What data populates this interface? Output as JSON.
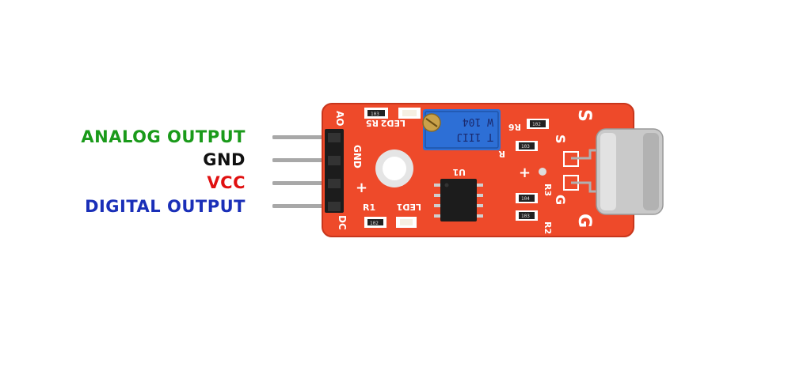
{
  "pin_labels": [
    {
      "text": "ANALOG OUTPUT",
      "color": "#1a9a1a"
    },
    {
      "text": "GND",
      "color": "#111111"
    },
    {
      "text": "VCC",
      "color": "#e01010"
    },
    {
      "text": "DIGITAL OUTPUT",
      "color": "#1a2fb8"
    }
  ],
  "colors": {
    "pcb": "#ee4a2a",
    "pcb_dark": "#c8361c",
    "pin_metal": "#a8a8a8",
    "header": "#1c1c1c",
    "pot": "#2d6fd6",
    "mic": "#c9c9c9"
  },
  "silkscreen": {
    "ao": "AO",
    "dc": "DC",
    "gnd": "GND",
    "plus_left": "+",
    "plus_right": "+",
    "r5": "R5",
    "led2": "LED2",
    "u1": "U1",
    "led1": "LED1",
    "r1": "R1",
    "r6": "R6",
    "r": "R",
    "r3": "R3",
    "r2": "R2",
    "s_big": "S",
    "s_small": "S",
    "g_big": "G",
    "g_small": "G"
  },
  "potentiometer": {
    "line1": "W 104",
    "line2": "T 1IIJ"
  },
  "resistor_codes": {
    "r5": "103",
    "r6": "102",
    "r": "103",
    "r1": "102",
    "r2": "104",
    "r3": "103"
  }
}
